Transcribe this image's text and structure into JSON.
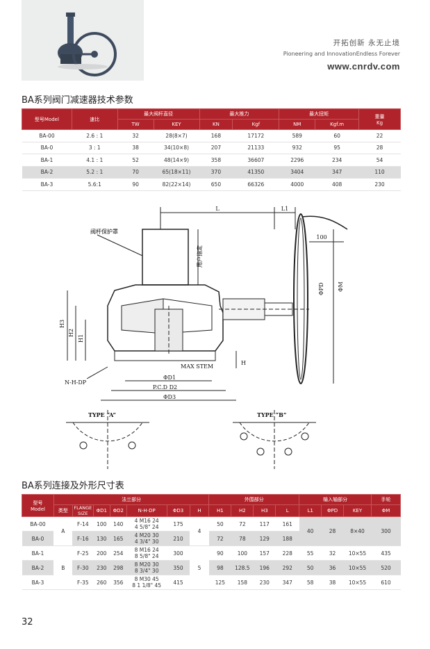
{
  "brand": {
    "slogan_cn": "开拓创新 永无止境",
    "slogan_en": "Pioneering and InnovationEndless Forever",
    "url": "www.cnrdv.com"
  },
  "section1": {
    "title": "BA系列阀门减速器技术参数",
    "headers": {
      "model": "型号Model",
      "ratio": "速比",
      "stem": "最大阀杆直径",
      "thrust": "最大推力",
      "torque": "最大扭矩",
      "weight": "重量",
      "weight_unit": "Kg",
      "tw": "TW",
      "key": "KEY",
      "kn": "KN",
      "kgf": "Kgf",
      "nm": "NM",
      "kgfm": "Kgf.m"
    },
    "rows": [
      {
        "model": "BA-00",
        "ratio": "2.6 : 1",
        "tw": "32",
        "key": "28(8×7)",
        "kn": "168",
        "kgf": "17172",
        "nm": "589",
        "kgfm": "60",
        "kg": "22"
      },
      {
        "model": "BA-0",
        "ratio": "3 : 1",
        "tw": "38",
        "key": "34(10×8)",
        "kn": "207",
        "kgf": "21133",
        "nm": "932",
        "kgfm": "95",
        "kg": "28"
      },
      {
        "model": "BA-1",
        "ratio": "4.1 : 1",
        "tw": "52",
        "key": "48(14×9)",
        "kn": "358",
        "kgf": "36607",
        "nm": "2296",
        "kgfm": "234",
        "kg": "54"
      },
      {
        "model": "BA-2",
        "ratio": "5.2 : 1",
        "tw": "70",
        "key": "65(18×11)",
        "kn": "370",
        "kgf": "41350",
        "nm": "3404",
        "kgfm": "347",
        "kg": "110"
      },
      {
        "model": "BA-3",
        "ratio": "5.6:1",
        "tw": "90",
        "key": "82(22×14)",
        "kn": "650",
        "kgf": "66326",
        "nm": "4000",
        "kgfm": "408",
        "kg": "230"
      }
    ]
  },
  "drawing": {
    "L": "L",
    "L1": "L1",
    "dim100": "100",
    "guard": "阀杆保护罩",
    "user": "用户指定",
    "phiPD": "ΦPD",
    "phiM": "ΦM",
    "H3": "H3",
    "H2": "H2",
    "H1": "H1",
    "H": "H",
    "nhdp": "N-H-DP",
    "maxstem": "MAX STEM",
    "d1": "ΦD1",
    "pcd": "P.C.D  D2",
    "d3": "ΦD3",
    "typeA": "TYPE “A”",
    "typeB": "TYPE “B”"
  },
  "section2": {
    "title": "BA系列连接及外形尺寸表",
    "headers": {
      "model": "型号",
      "model_en": "Model",
      "flange": "法兰部分",
      "outline": "外围部分",
      "input": "输入轴部分",
      "wheel": "手轮",
      "type": "类型",
      "flange_size_1": "FLANGE",
      "flange_size_2": "SIZE",
      "d1": "ΦD1",
      "d2": "ΦD2",
      "nhdp": "N-H-DP",
      "d3": "ΦD3",
      "h": "H",
      "h1": "H1",
      "h2": "H2",
      "h3": "H3",
      "l": "L",
      "l1": "L1",
      "pd": "ΦPD",
      "key": "KEY",
      "m": "ΦM"
    },
    "type_a": "A",
    "type_b": "B",
    "h_a": "4",
    "h_b": "5",
    "shared_a": {
      "l1": "40",
      "pd": "28",
      "key": "8×40",
      "m": "300"
    },
    "rows": [
      {
        "model": "BA-00",
        "flange": "F-14",
        "d1": "100",
        "d2": "140",
        "nhdp1": "4 M16 24",
        "nhdp2": "4 5/8\" 24",
        "d3": "175",
        "h1": "50",
        "h2": "72",
        "h3": "117",
        "l": "161"
      },
      {
        "model": "BA-0",
        "flange": "F-16",
        "d1": "130",
        "d2": "165",
        "nhdp1": "4 M20 30",
        "nhdp2": "4 3/4\" 30",
        "d3": "210",
        "h1": "72",
        "h2": "78",
        "h3": "129",
        "l": "188"
      },
      {
        "model": "BA-1",
        "flange": "F-25",
        "d1": "200",
        "d2": "254",
        "nhdp1": "8 M16 24",
        "nhdp2": "8 5/8\" 24",
        "d3": "300",
        "h1": "90",
        "h2": "100",
        "h3": "157",
        "l": "228",
        "l1": "55",
        "pd": "32",
        "key": "10×55",
        "m": "435"
      },
      {
        "model": "BA-2",
        "flange": "F-30",
        "d1": "230",
        "d2": "298",
        "nhdp1": "8 M20 30",
        "nhdp2": "8 3/4\" 30",
        "d3": "350",
        "h1": "98",
        "h2": "128.5",
        "h3": "196",
        "l": "292",
        "l1": "50",
        "pd": "36",
        "key": "10×55",
        "m": "520"
      },
      {
        "model": "BA-3",
        "flange": "F-35",
        "d1": "260",
        "d2": "356",
        "nhdp1": "8 M30 45",
        "nhdp2": "8 1 1/8\" 45",
        "d3": "415",
        "h1": "125",
        "h2": "158",
        "h3": "230",
        "l": "347",
        "l1": "58",
        "pd": "38",
        "key": "10×55",
        "m": "610"
      }
    ]
  },
  "page_number": "32"
}
